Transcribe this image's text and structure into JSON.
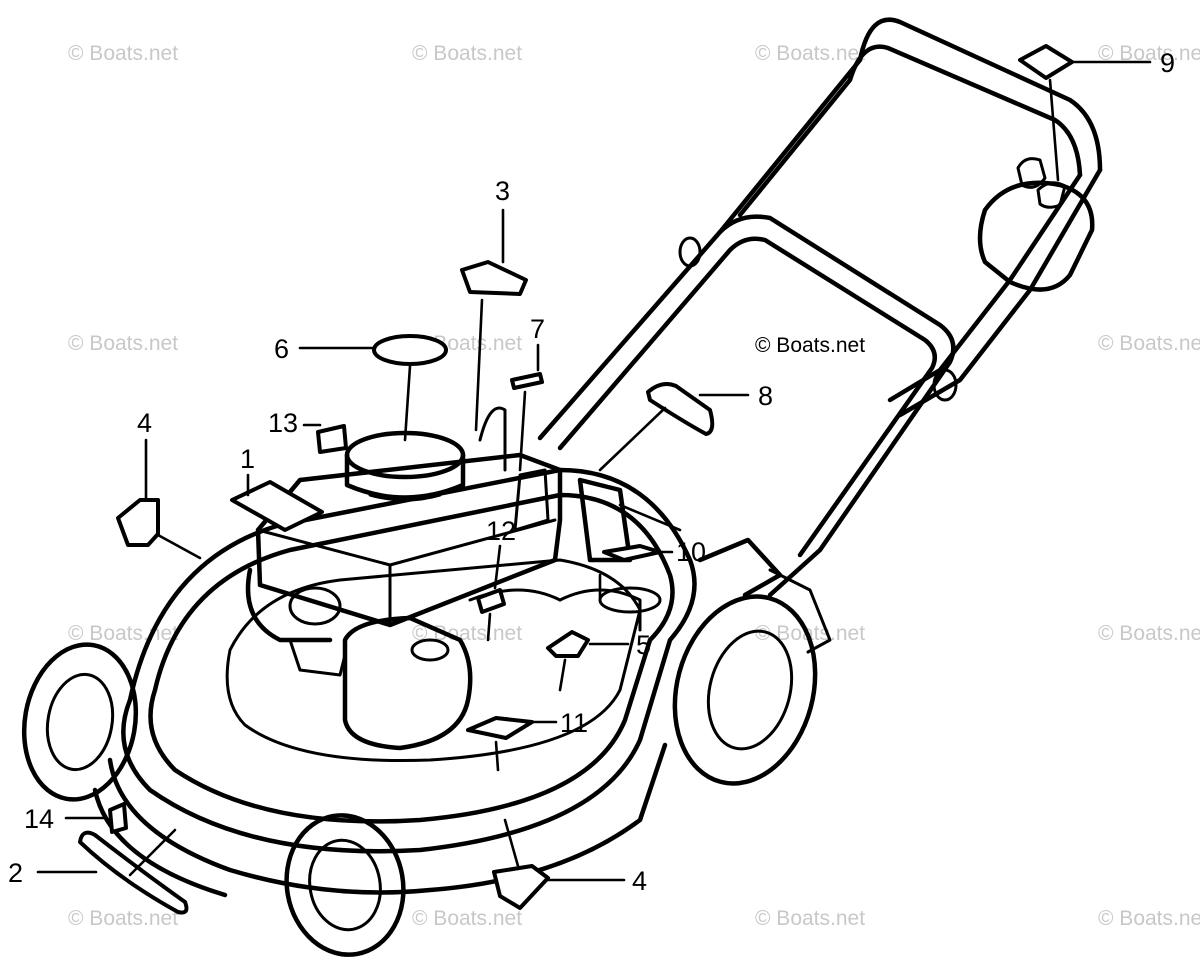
{
  "watermark": "© Boats.net",
  "watermark_center": "© Boats.net",
  "callouts": {
    "c1": "1",
    "c2": "2",
    "c3": "3",
    "c4a": "4",
    "c4b": "4",
    "c5": "5",
    "c6": "6",
    "c7": "7",
    "c8": "8",
    "c9": "9",
    "c10": "10",
    "c11": "11",
    "c12": "12",
    "c13": "13",
    "c14": "14"
  },
  "colors": {
    "line": "#000000",
    "watermark": "#c8c8c8",
    "background": "#ffffff"
  }
}
